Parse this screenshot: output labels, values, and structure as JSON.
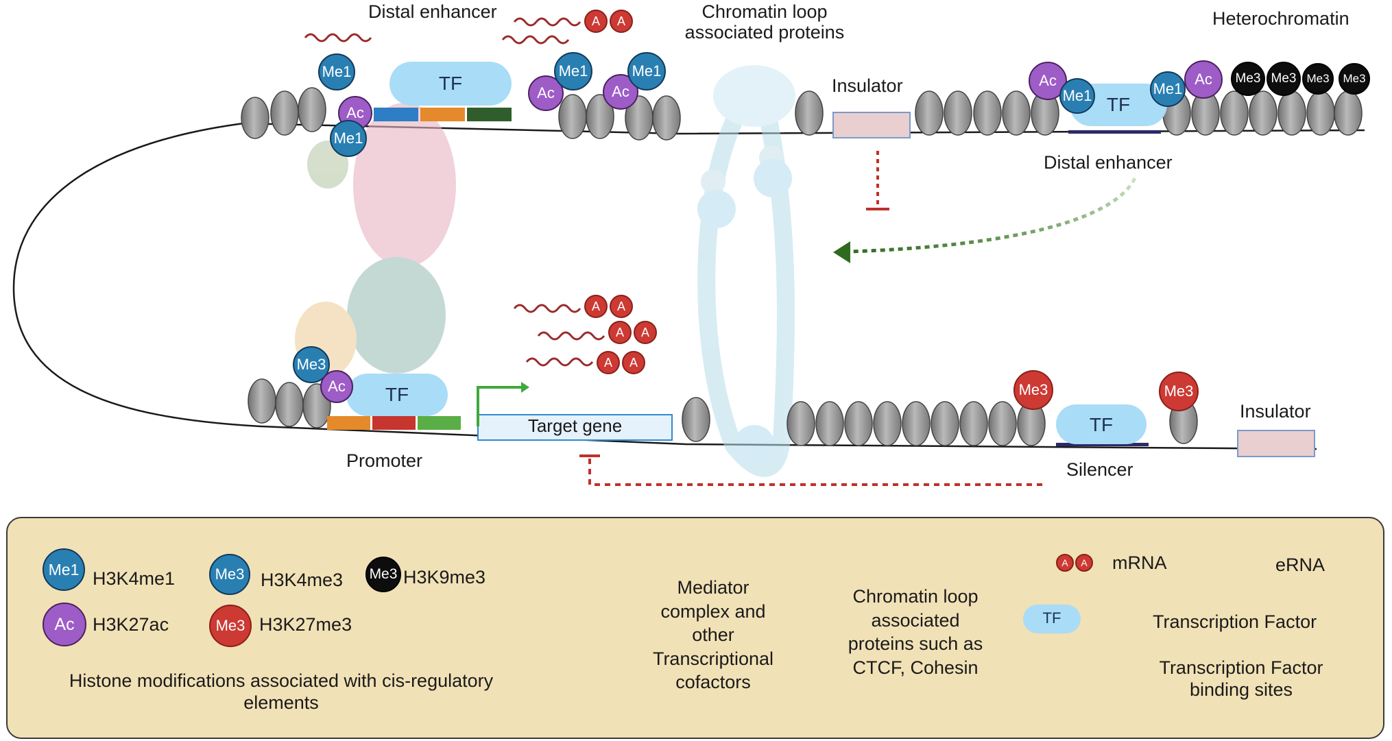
{
  "labels": {
    "distal_enhancer_top": "Distal enhancer",
    "chromatin_loop_title": "Chromatin loop\nassociated proteins",
    "heterochromatin": "Heterochromatin",
    "insulator_top": "Insulator",
    "distal_enhancer_right": "Distal enhancer",
    "promoter": "Promoter",
    "target_gene": "Target gene",
    "silencer": "Silencer",
    "insulator_bottom": "Insulator"
  },
  "badges": {
    "me1": "Me1",
    "me3": "Me3",
    "ac": "Ac",
    "poly_a": "A",
    "tf": "TF"
  },
  "legend": {
    "h3k4me1": "H3K4me1",
    "h3k4me3": "H3K4me3",
    "h3k9me3": "H3K9me3",
    "h3k27ac": "H3K27ac",
    "h3k27me3": "H3K27me3",
    "histone_caption": "Histone modifications associated with cis-regulatory\nelements",
    "mediator": "Mediator\ncomplex and\nother\nTranscriptional\ncofactors",
    "loop_proteins": "Chromatin loop\nassociated\nproteins such as\nCTCF, Cohesin",
    "mrna": "mRNA",
    "erna": "eRNA",
    "tf_label": "Transcription Factor",
    "tfbs_label": "Transcription Factor\nbinding sites"
  },
  "colors": {
    "me1": "#2a7fb2",
    "ac": "#9e5cc7",
    "h3k9me3": "#0d0d0d",
    "h3k27me3": "#cc3a33",
    "tf": "#a9dcf7",
    "insulator": "#e9cfcf",
    "legend_bg": "#f1e1b6",
    "rna": "#9b2a2a",
    "activation_arrow": "#2e6b1e",
    "repression": "#c0302a"
  }
}
